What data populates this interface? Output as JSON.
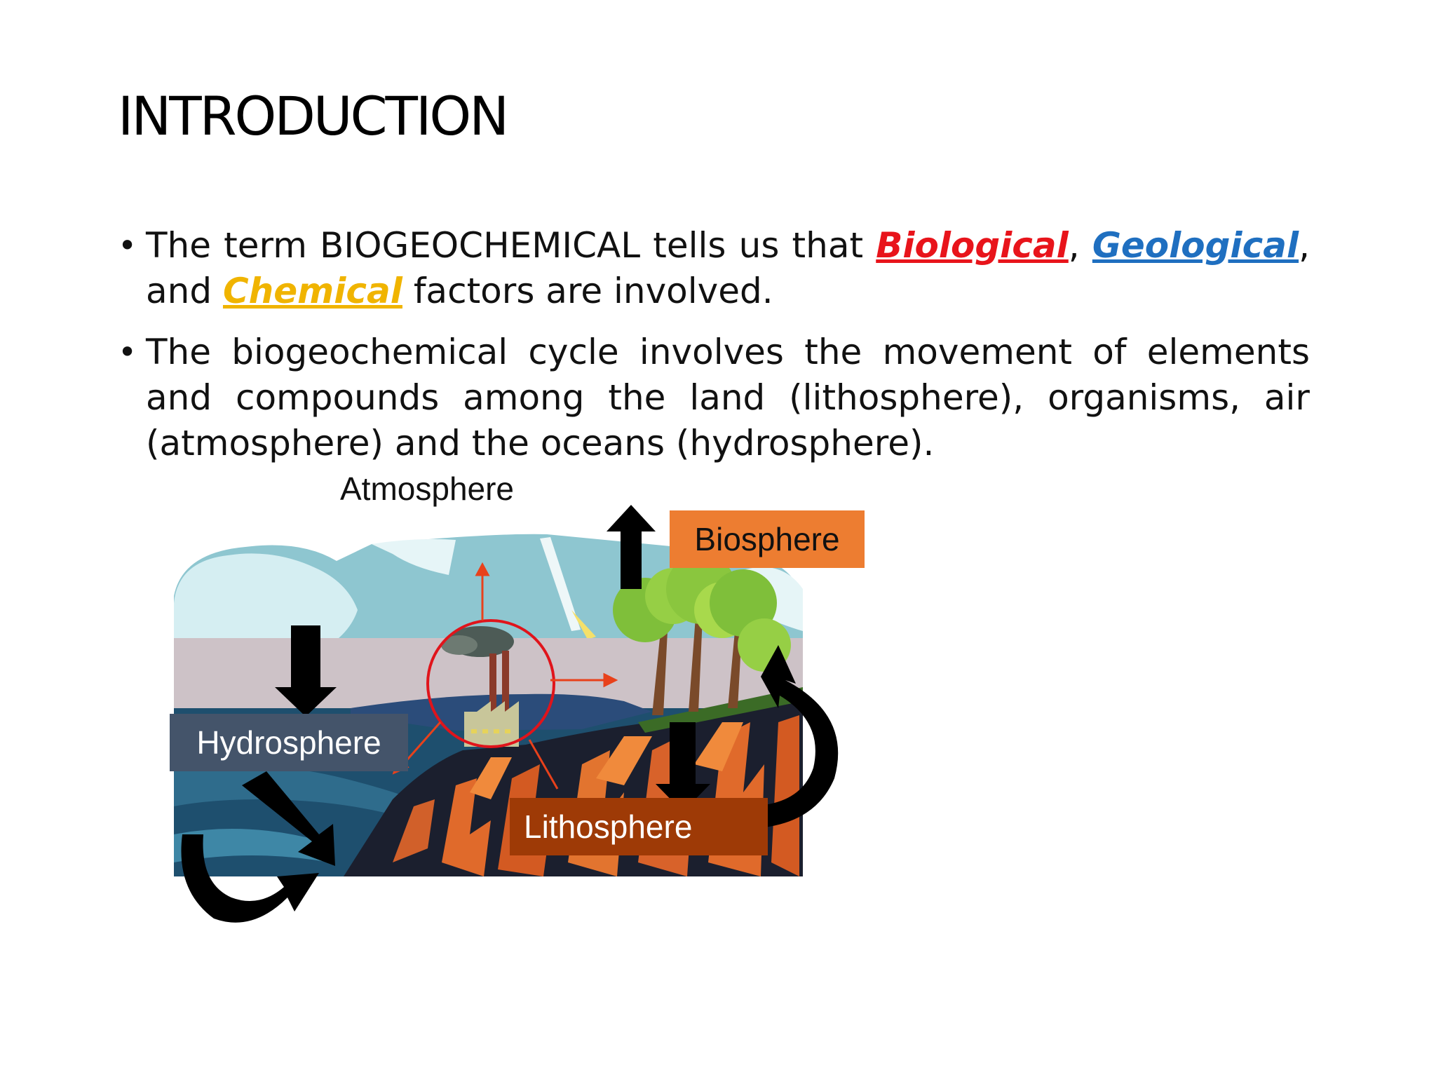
{
  "slide": {
    "title": "INTRODUCTION",
    "bullets": [
      {
        "bullet_symbol": "•",
        "prefix": "The term BIOGEOCHEMICAL tells us that ",
        "term_biological": "Biological",
        "sep1": ", ",
        "term_geological": "Geological",
        "sep2": ", and ",
        "term_chemical": "Chemical",
        "suffix": " factors are involved."
      },
      {
        "bullet_symbol": "•",
        "text": "The biogeochemical cycle involves the movement of elements and compounds among the land (lithosphere), organisms, air (atmosphere) and the oceans (hydrosphere)."
      }
    ],
    "highlight_colors": {
      "biological": "#e8141b",
      "geological": "#1f6fc0",
      "chemical": "#f0b400"
    }
  },
  "diagram": {
    "labels": {
      "atmosphere": "Atmosphere",
      "biosphere": "Biosphere",
      "hydrosphere": "Hydrosphere",
      "lithosphere": "Lithosphere"
    },
    "label_colors": {
      "biosphere_bg": "#ed7d31",
      "hydrosphere_bg": "#44546a",
      "lithosphere_bg": "#9e3a06"
    },
    "icons": [
      "factory-icon",
      "tree-icon",
      "cycle-arrow-icon",
      "flow-arrow-icon"
    ]
  }
}
